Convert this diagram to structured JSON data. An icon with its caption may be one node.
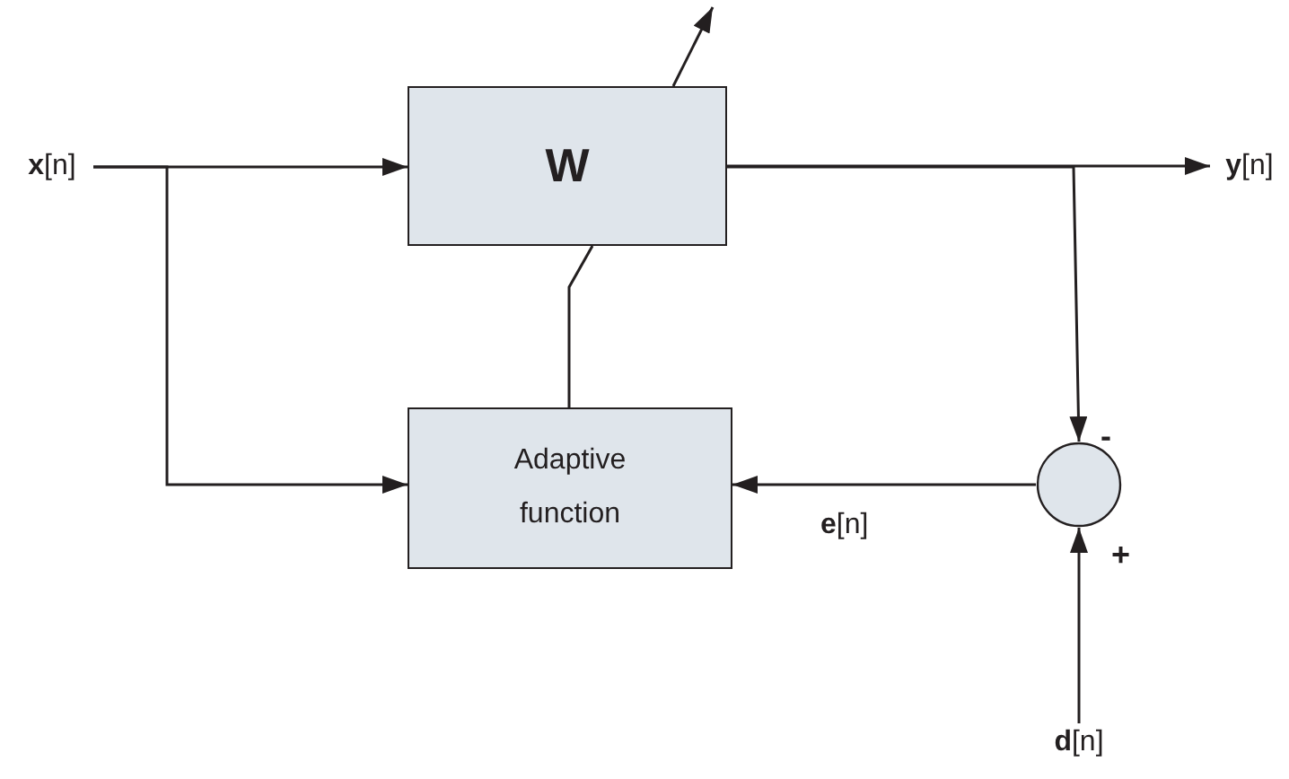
{
  "diagram": {
    "nodes": [
      {
        "text": [
          "**x**[n]"
        ]
      },
      {
        "text": [
          "W"
        ]
      },
      {
        "text": [
          "Adaptive function"
        ]
      },
      {
        "text": [
          "**y**[n]"
        ]
      },
      {
        "text": [],
        "shape": "circle",
        "beside": [
          "-",
          "+"
        ]
      },
      {
        "text": [
          "**d**[n]"
        ]
      }
    ],
    "edges": [
      {
        "from": 0,
        "to": 1,
        "arrow": "to"
      },
      {
        "from": 0,
        "to": 2,
        "arrow": "to"
      },
      {
        "from": 1,
        "to": 3,
        "arrow": "to"
      },
      {
        "from": 1,
        "to": 4,
        "arrow": "to"
      },
      {
        "from": 4,
        "to": 2,
        "arrow": "to",
        "label": "**e**[n]"
      },
      {
        "from": 5,
        "to": 4,
        "arrow": "to"
      },
      {
        "from": 2,
        "to": 1,
        "arrow": "none"
      },
      {
        "from": 1,
        "to": null,
        "arrow": "to"
      }
    ]
  }
}
